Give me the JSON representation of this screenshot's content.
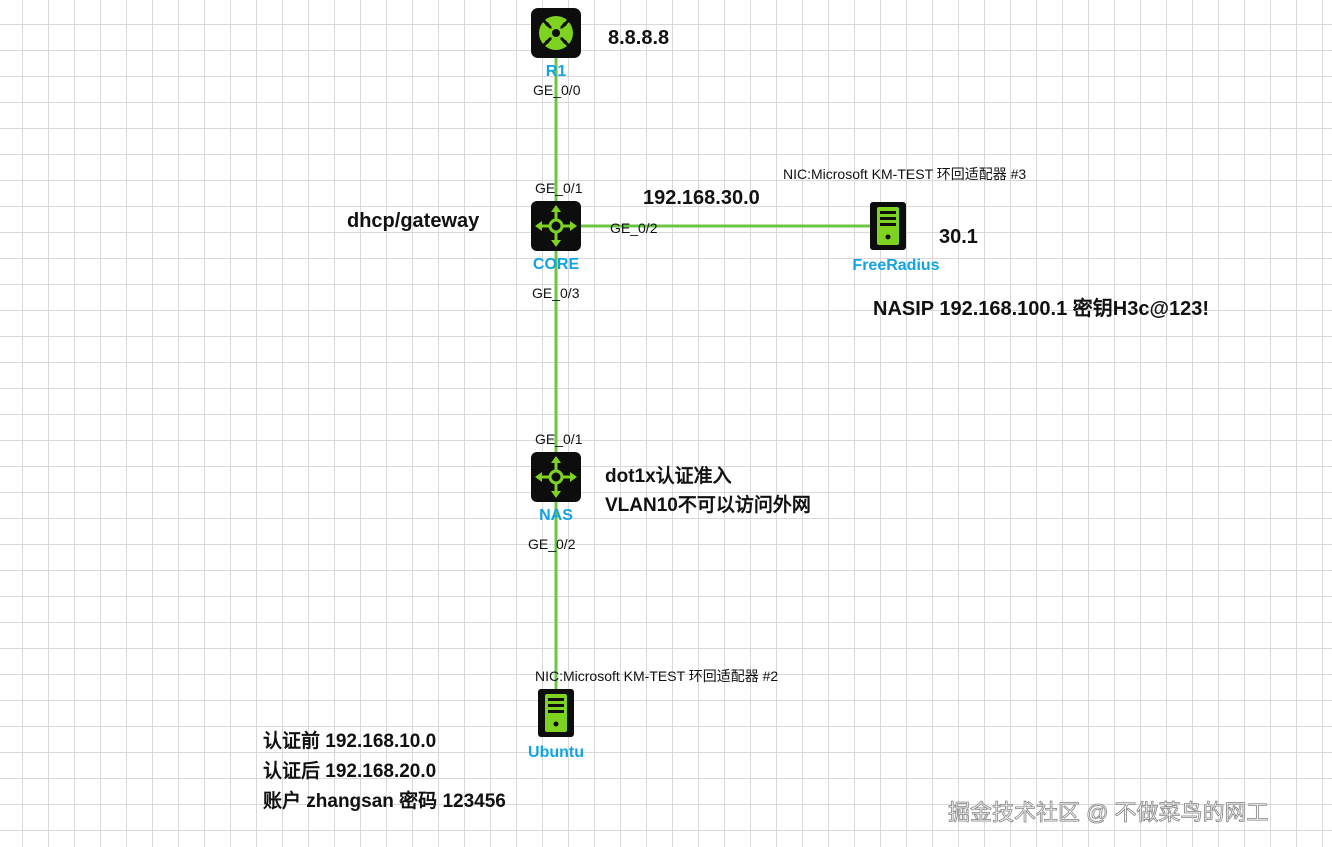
{
  "devices": {
    "r1": {
      "name": "R1",
      "type": "router"
    },
    "core": {
      "name": "CORE",
      "type": "switch"
    },
    "nas": {
      "name": "NAS",
      "type": "switch"
    },
    "freeradius": {
      "name": "FreeRadius",
      "type": "server"
    },
    "ubuntu": {
      "name": "Ubuntu",
      "type": "server"
    }
  },
  "ports": {
    "r1_ge00": "GE_0/0",
    "core_ge01": "GE_0/1",
    "core_ge02": "GE_0/2",
    "core_ge03": "GE_0/3",
    "nas_ge01": "GE_0/1",
    "nas_ge02": "GE_0/2"
  },
  "annotations": {
    "r1_ip": "8.8.8.8",
    "core_role": "dhcp/gateway",
    "network_30": "192.168.30.0",
    "radius_ip": "30.1",
    "radius_nic": "NIC:Microsoft KM-TEST 环回适配器 #3",
    "nasip_secret": "NASIP 192.168.100.1 密钥H3c@123!",
    "nas_line1": "dot1x认证准入",
    "nas_line2": "VLAN10不可以访问外网",
    "ubuntu_nic": "NIC:Microsoft KM-TEST 环回适配器 #2",
    "before_auth": "认证前 192.168.10.0",
    "after_auth": "认证后 192.168.20.0",
    "account": "账户 zhangsan 密码 123456"
  },
  "watermark": "掘金技术社区 @ 不做菜鸟的网工",
  "colors": {
    "link": "#6cc644",
    "icon_green": "#7ed321",
    "device_label": "#12a3e3",
    "device_bg": "#0d0d0d"
  }
}
